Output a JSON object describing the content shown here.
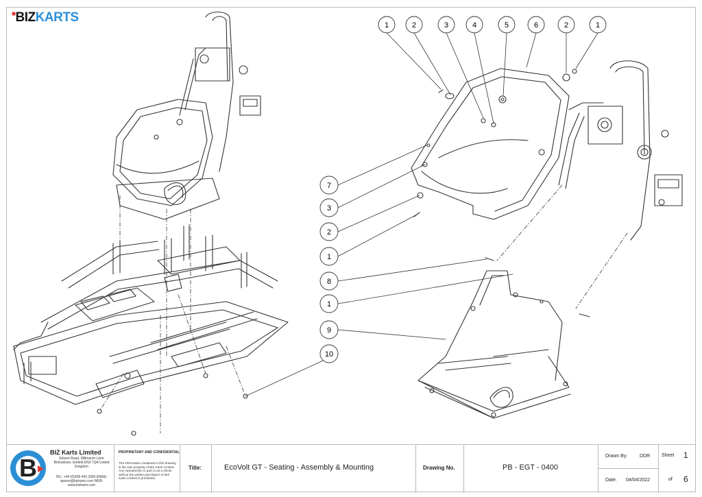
{
  "header": {
    "logo_biz": "BIZ",
    "logo_karts": "KARTS"
  },
  "balloons": {
    "top_row": [
      "1",
      "2",
      "3",
      "4",
      "5",
      "6",
      "2",
      "1"
    ],
    "left_column": [
      "7",
      "3",
      "2",
      "1",
      "8",
      "1",
      "9",
      "10"
    ]
  },
  "title_block": {
    "company_name": "BIZ Karts Limited",
    "company_address": "Edison Road, Millmarsh Lane Brimsdown, Enfield EN3 7QA United Kingdom",
    "company_contact": "TEL: +44 (0)208 443 3300 EMAIL: spares@bizkarts.com WEB: www.bizkarts.com",
    "logo_letter": "B",
    "proprietary_heading": "PROPRIETARY AND CONFIDENTIAL",
    "proprietary_text": "The information contained in this drawing is the sole property of BIZ Karts Limited. Any reproduction in part or as a whole without the written permission of BIZ Karts Limited is prohibited.",
    "title_label": "Title:",
    "title_value": "EcoVolt GT - Seating - Assembly & Mounting",
    "drawing_no_label": "Drawing No.",
    "drawing_no_value": "PB - EGT - 0400",
    "drawn_by_label": "Drawn By:",
    "drawn_by_value": "DDR",
    "date_label": "Date:",
    "date_value": "04/04/2022",
    "sheet_label": "Sheet",
    "sheet_value": "1",
    "of_label": "of",
    "of_value": "6"
  },
  "colors": {
    "brand_blue": "#2b8fd6",
    "brand_red": "#e03a2f",
    "line": "#333333"
  }
}
